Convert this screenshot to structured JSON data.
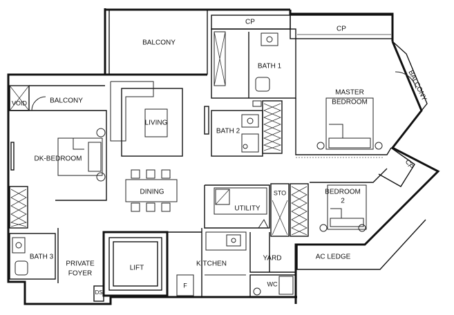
{
  "rooms": {
    "balcony_top": "BALCONY",
    "cp_top_left": "CP",
    "cp_top_right": "CP",
    "bath1": "BATH 1",
    "balcony_right": "BALCONY",
    "void": "VOID",
    "balcony_left": "BALCONY",
    "living": "LIVING",
    "bath2": "BATH 2",
    "master_bedroom_line1": "MASTER",
    "master_bedroom_line2": "BEDROOM",
    "dk_bedroom": "DK-BEDROOM",
    "cp_right": "CP",
    "dining": "DINING",
    "utility": "UTILITY",
    "sto": "STO",
    "bedroom2_line1": "BEDROOM",
    "bedroom2_line2": "2",
    "ac_ledge": "AC LEDGE",
    "bath3": "BATH 3",
    "private_foyer_line1": "PRIVATE",
    "private_foyer_line2": "FOYER",
    "lift": "LIFT",
    "kitchen": "KITCHEN",
    "yard": "YARD",
    "fridge": "F",
    "wc": "WC",
    "ds": "DS"
  }
}
